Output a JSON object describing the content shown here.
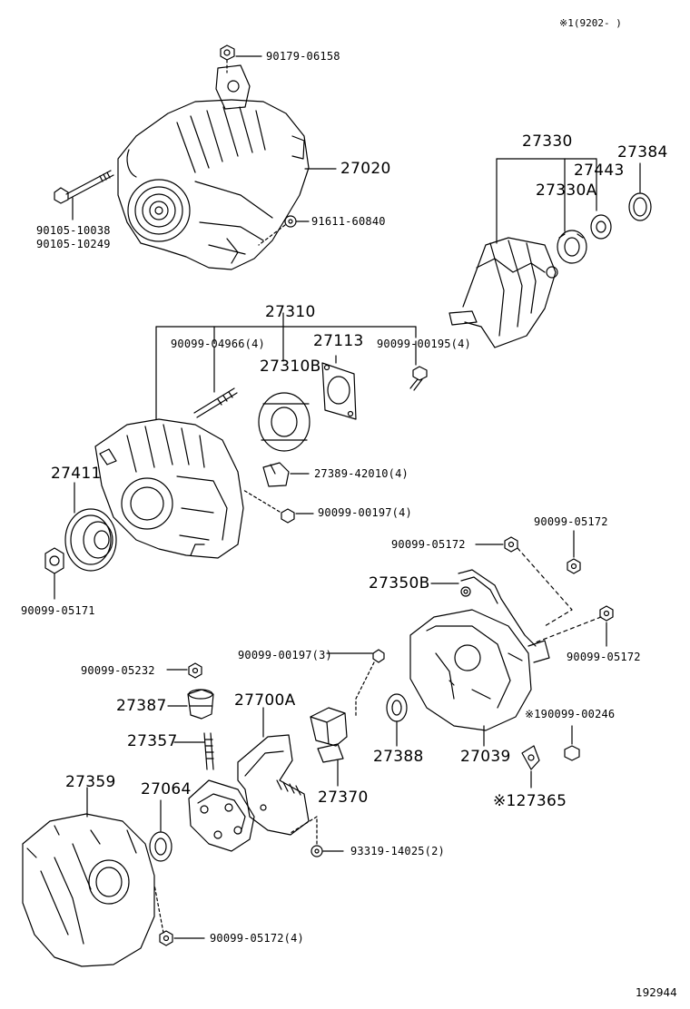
{
  "note": "※1(9202-     )",
  "drawing_no": "192944",
  "labels": {
    "p90179_06158": "90179-06158",
    "p27020": "27020",
    "p90105_10038": "90105-10038",
    "p90105_10249": "90105-10249",
    "p91611_60840": "91611-60840",
    "p27330": "27330",
    "p27443": "27443",
    "p27384": "27384",
    "p27330a": "27330A",
    "p27310": "27310",
    "p90099_04966": "90099-04966(4)",
    "p27113": "27113",
    "p90099_00195": "90099-00195(4)",
    "p27310b": "27310B",
    "p27411": "27411",
    "p27389_42010": "27389-42010(4)",
    "p90099_00197_4": "90099-00197(4)",
    "p90099_05171": "90099-05171",
    "p90099_05172_a": "90099-05172",
    "p90099_05172_b": "90099-05172",
    "p27350b": "27350B",
    "p90099_05172_c": "90099-05172",
    "p90099_00197_3": "90099-00197(3)",
    "p90099_05232": "90099-05232",
    "p27387": "27387",
    "p27700a": "27700A",
    "p90099_00246": "※190099-00246",
    "p27357": "27357",
    "p27388": "27388",
    "p27039": "27039",
    "p27365": "※127365",
    "p27359": "27359",
    "p27064": "27064",
    "p27370": "27370",
    "p93319_14025": "93319-14025(2)",
    "p90099_05172_4": "90099-05172(4)"
  }
}
